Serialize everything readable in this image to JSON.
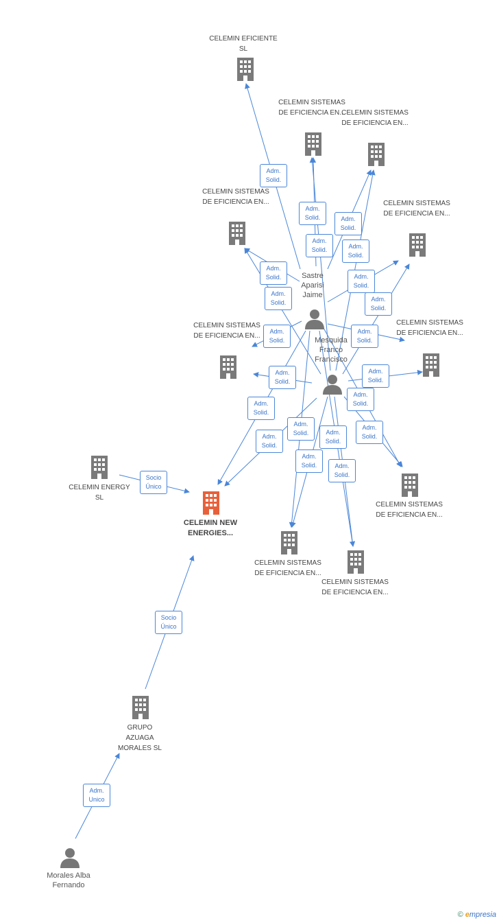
{
  "colors": {
    "edge": "#4a86d8",
    "company_icon": "#7a7a7a",
    "focus_icon": "#e8603a",
    "person_icon": "#777777"
  },
  "nodes": {
    "eficiente": "CELEMIN EFICIENTE SL",
    "sist_top_center": "CELEMIN SISTEMAS DE EFICIENCIA EN...",
    "sist_top_right": "CELEMIN SISTEMAS DE EFICIENCIA EN...",
    "sist_left_upper": "CELEMIN SISTEMAS DE EFICIENCIA EN...",
    "sist_right_upper": "CELEMIN SISTEMAS DE EFICIENCIA EN...",
    "sist_left_mid": "CELEMIN SISTEMAS DE EFICIENCIA EN...",
    "sist_right_mid": "CELEMIN SISTEMAS DE EFICIENCIA EN...",
    "sist_right_low": "CELEMIN SISTEMAS DE EFICIENCIA EN...",
    "sist_bottom_center": "CELEMIN SISTEMAS DE EFICIENCIA EN...",
    "sist_bottom_right": "CELEMIN SISTEMAS DE EFICIENCIA EN...",
    "energy": "CELEMIN ENERGY SL",
    "new_energies": "CELEMIN NEW ENERGIES...",
    "grupo": "GRUPO AZUAGA MORALES SL"
  },
  "people": {
    "sastre": "Sastre Aparisi Jaime",
    "mesquida": "Mesquida Franco Francisco",
    "morales": "Morales Alba Fernando"
  },
  "edge_labels": {
    "adm_line1": "Adm.",
    "adm_line2": "Solid.",
    "socio_line1": "Socio",
    "socio_line2": "Único",
    "adm_unico_line2": "Unico"
  },
  "footer": {
    "copyright": "©",
    "brand_initial": "e",
    "brand_rest": "mpresia"
  }
}
